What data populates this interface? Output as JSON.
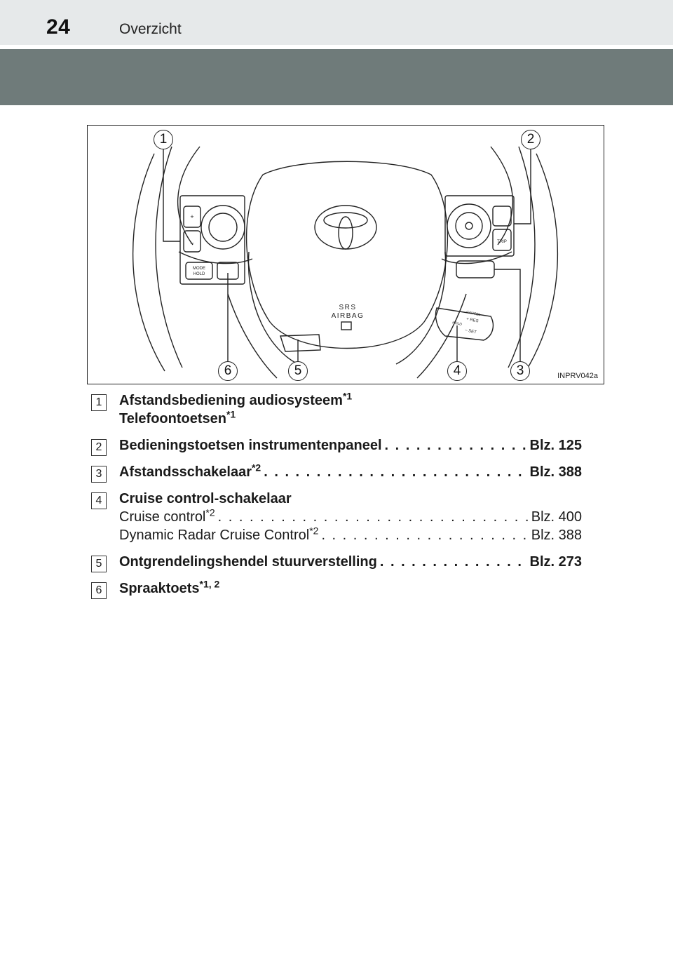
{
  "header": {
    "page_number": "24",
    "section_title": "Overzicht"
  },
  "figure": {
    "code": "INPRV042a",
    "callouts": [
      "1",
      "2",
      "3",
      "4",
      "5",
      "6"
    ],
    "labels": {
      "srs": "SRS",
      "airbag": "AIRBAG",
      "mode": "MODE",
      "hold": "HOLD",
      "trip": "TRIP",
      "res": "+ RES",
      "set": "– SET",
      "hold2": "HOLD",
      "cancel": "CANCEL",
      "plus": "+",
      "minus": "–"
    },
    "icons": [
      "toyota-logo",
      "horn-icon",
      "phone-on-icon",
      "phone-off-icon",
      "voice-icon",
      "back-icon",
      "distance-icon",
      "mute-icon"
    ]
  },
  "legend": {
    "items": [
      {
        "num": "1",
        "lines": [
          {
            "text": "Afstandsbediening audiosysteem",
            "sup": "*1",
            "page": "",
            "bold": true
          },
          {
            "text": "Telefoontoetsen",
            "sup": "*1",
            "page": "",
            "bold": true
          }
        ]
      },
      {
        "num": "2",
        "lines": [
          {
            "text": "Bedieningstoetsen instrumentenpaneel",
            "sup": "",
            "page": "Blz. 125",
            "bold": true
          }
        ]
      },
      {
        "num": "3",
        "lines": [
          {
            "text": "Afstandsschakelaar",
            "sup": "*2",
            "page": "Blz. 388",
            "bold": true
          }
        ]
      },
      {
        "num": "4",
        "lines": [
          {
            "text": "Cruise control-schakelaar",
            "sup": "",
            "page": "",
            "bold": true
          },
          {
            "text": "Cruise control",
            "sup": "*2",
            "page": "Blz. 400",
            "bold": false
          },
          {
            "text": "Dynamic Radar Cruise Control",
            "sup": "*2",
            "page": "Blz. 388",
            "bold": false
          }
        ]
      },
      {
        "num": "5",
        "lines": [
          {
            "text": "Ontgrendelingshendel stuurverstelling",
            "sup": "",
            "page": "Blz. 273",
            "bold": true
          }
        ]
      },
      {
        "num": "6",
        "lines": [
          {
            "text": "Spraaktoets",
            "sup": "*1, 2",
            "page": "",
            "bold": true
          }
        ]
      }
    ]
  }
}
